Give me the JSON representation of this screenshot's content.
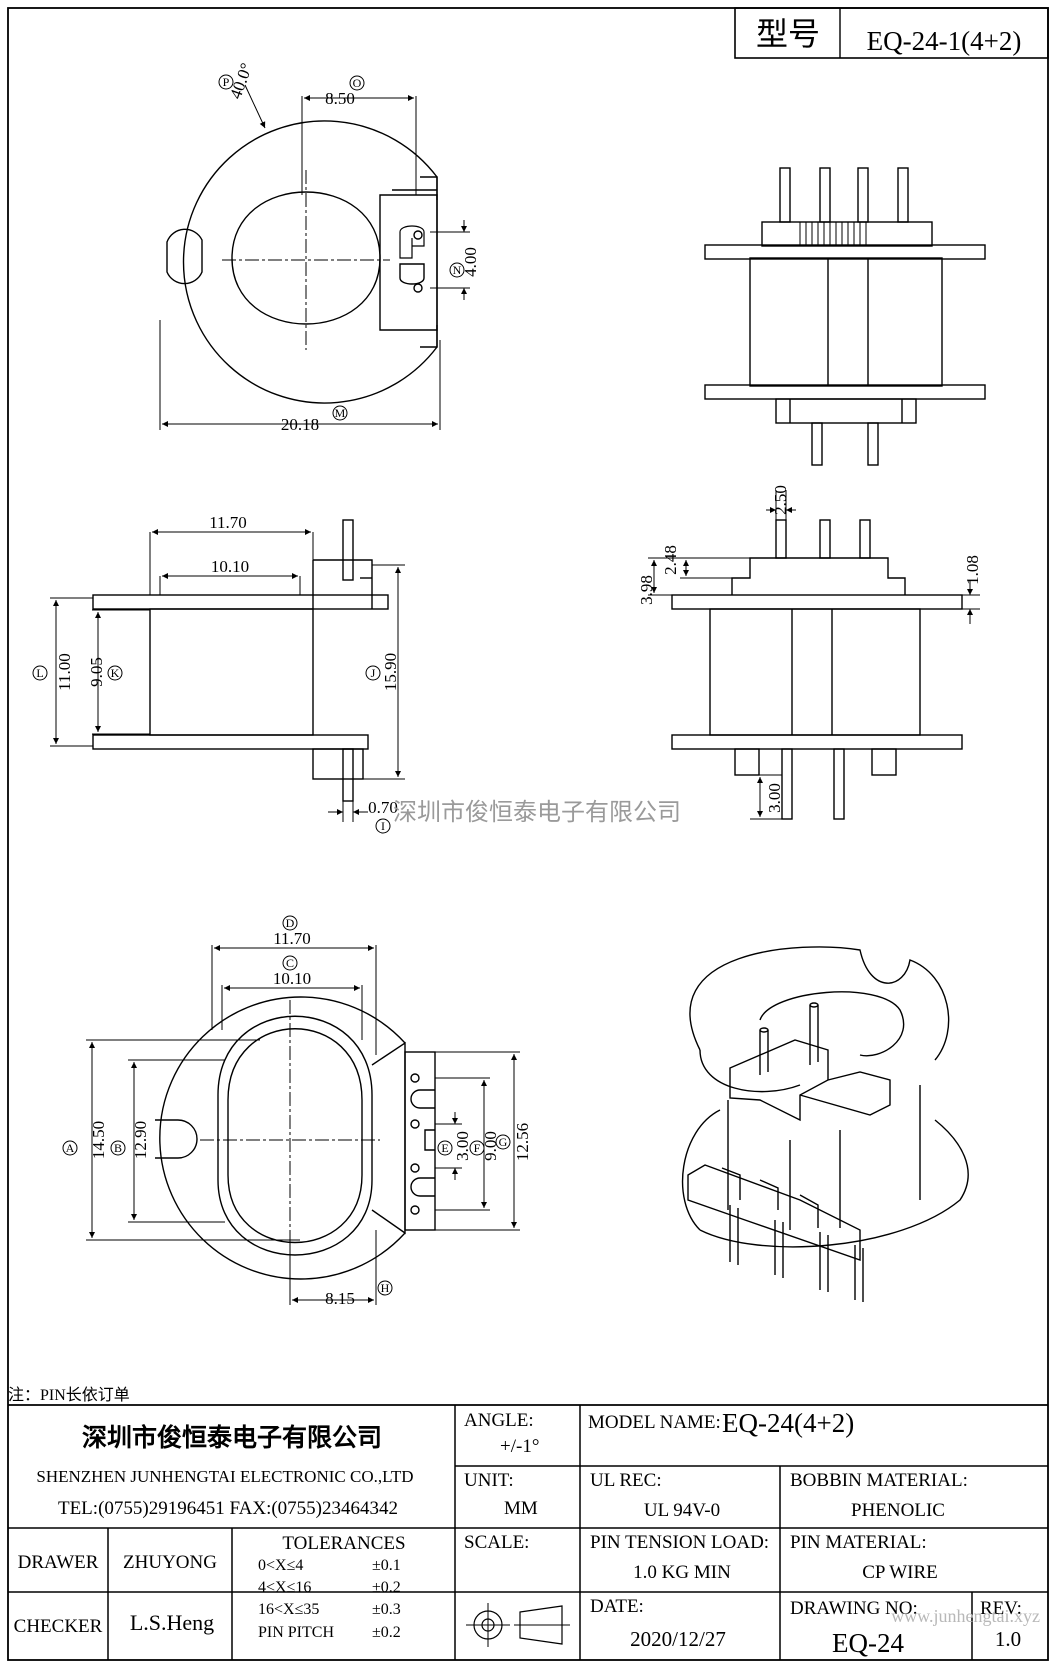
{
  "title_block": {
    "model_cn_label": "型号",
    "model_value": "EQ-24-1(4+2)"
  },
  "watermark_center": "深圳市俊恒泰电子有限公司",
  "watermark_corner": "www.junhengtai.xyz",
  "note": "注：PIN长依订单",
  "company": {
    "name_cn": "深圳市俊恒泰电子有限公司",
    "name_en": "SHENZHEN JUNHENGTAI ELECTRONIC CO.,LTD",
    "contact": "TEL:(0755)29196451 FAX:(0755)23464342"
  },
  "spec": {
    "angle_label": "ANGLE:",
    "angle_value": "+/-1°",
    "model_name_label": "MODEL NAME:",
    "model_name_value": "EQ-24(4+2)",
    "unit_label": "UNIT:",
    "unit_value": "MM",
    "ul_rec_label": "UL REC:",
    "ul_rec_value": "UL 94V-0",
    "bobbin_material_label": "BOBBIN MATERIAL:",
    "bobbin_material_value": "PHENOLIC",
    "scale_label": "SCALE:",
    "pin_tension_label": "PIN TENSION LOAD:",
    "pin_tension_value": "1.0 KG MIN",
    "pin_material_label": "PIN MATERIAL:",
    "pin_material_value": "CP WIRE",
    "date_label": "DATE:",
    "date_value": "2020/12/27",
    "drawing_no_label": "DRAWING NO:",
    "drawing_no_value": "EQ-24",
    "rev_label": "REV:",
    "rev_value": "1.0"
  },
  "people": {
    "drawer_label": "DRAWER",
    "drawer_value": "ZHUYONG",
    "checker_label": "CHECKER",
    "checker_value": "L.S.Heng"
  },
  "tolerances": {
    "header": "TOLERANCES",
    "rows": [
      {
        "range": "0<X≤4",
        "tol": "±0.1"
      },
      {
        "range": "4<X≤16",
        "tol": "±0.2"
      },
      {
        "range": "16<X≤35",
        "tol": "±0.3"
      },
      {
        "range": "PIN PITCH",
        "tol": "±0.2"
      }
    ]
  },
  "dims": {
    "P": {
      "letter": "P",
      "value": "40.0°"
    },
    "O": {
      "letter": "O",
      "value": "8.50"
    },
    "N": {
      "letter": "N",
      "value": "4.00"
    },
    "M": {
      "letter": "M",
      "value": "20.18"
    },
    "L": {
      "letter": "L",
      "value": "11.00"
    },
    "K": {
      "letter": "K",
      "value": "9.05"
    },
    "J": {
      "letter": "J",
      "value": "15.90"
    },
    "I": {
      "letter": "I",
      "value": "0.70"
    },
    "side_top_11_70": "11.70",
    "side_top_10_10": "10.10",
    "front_2_50": "2.50",
    "front_2_48": "2.48",
    "front_3_98": "3.98",
    "front_1_08": "1.08",
    "front_3_00": "3.00",
    "D": {
      "letter": "D",
      "value": "11.70"
    },
    "C": {
      "letter": "C",
      "value": "10.10"
    },
    "A": {
      "letter": "A",
      "value": "14.50"
    },
    "B": {
      "letter": "B",
      "value": "12.90"
    },
    "E": {
      "letter": "E",
      "value": "3.00"
    },
    "F": {
      "letter": "F",
      "value": "9.00"
    },
    "G": {
      "letter": "G",
      "value": "12.56"
    },
    "H": {
      "letter": "H",
      "value": "8.15"
    }
  }
}
